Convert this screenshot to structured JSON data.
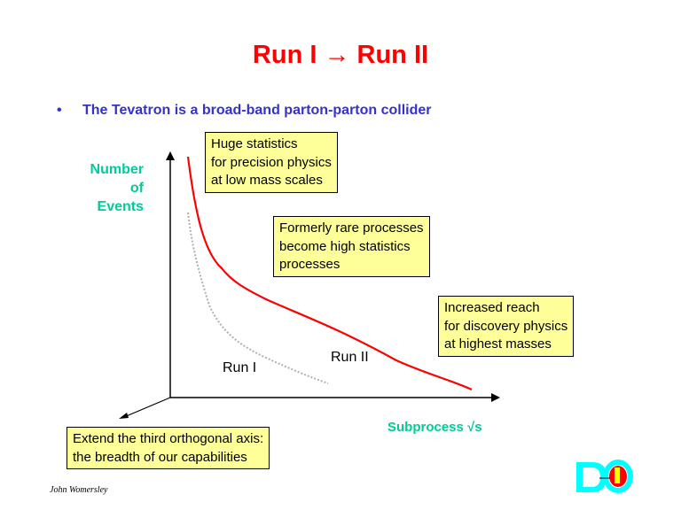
{
  "slide": {
    "title": "Run I → Run II",
    "bullet": "•",
    "bullet_text": "The Tevatron is a broad-band parton-parton collider",
    "author": "John Womersley"
  },
  "diagram": {
    "y_axis_label": [
      "Number",
      "of",
      "Events"
    ],
    "x_axis_label": "Subprocess √s",
    "curves": [
      {
        "name": "Run II",
        "color": "#ff0000",
        "style": "solid"
      },
      {
        "name": "Run I",
        "color": "#b0b0b0",
        "style": "dotted"
      }
    ],
    "boxes": {
      "low_mass": "Huge statistics\nfor precision physics\nat low mass scales",
      "rare": "Formerly rare processes\nbecome high statistics\nprocesses",
      "reach": "Increased reach\nfor discovery physics\nat highest masses",
      "third_axis": "Extend the third orthogonal axis:\nthe breadth of our capabilities"
    },
    "logo": "D0"
  }
}
